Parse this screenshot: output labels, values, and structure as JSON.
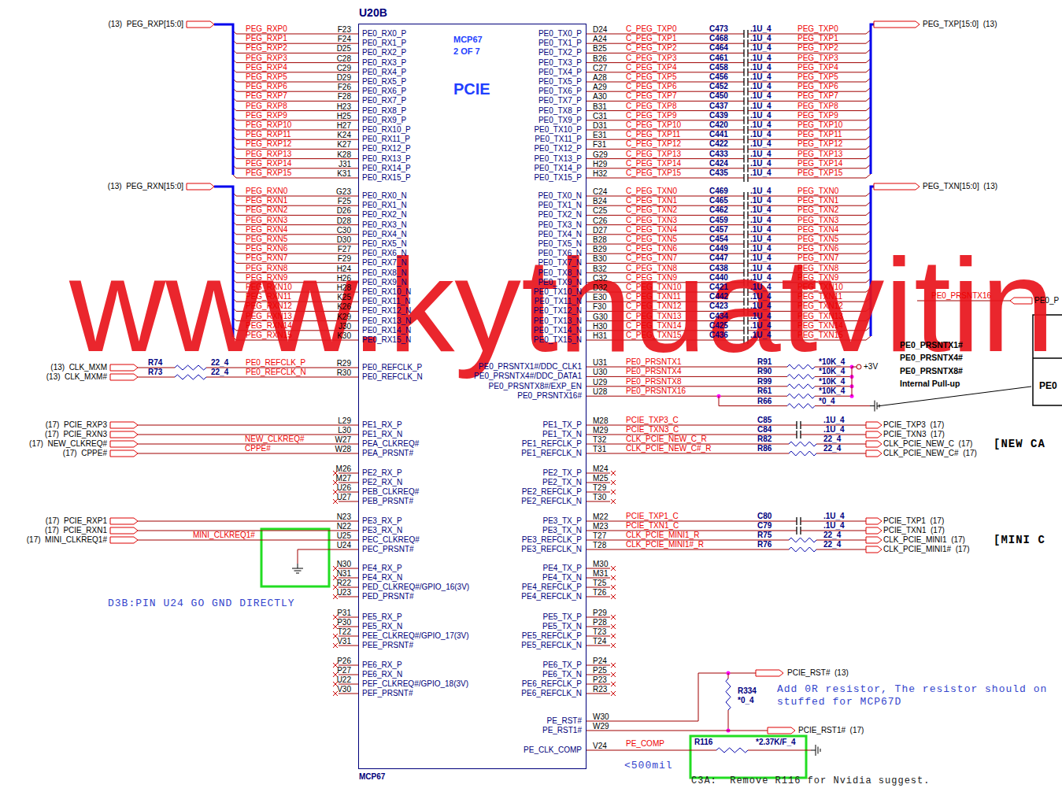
{
  "diagram": {
    "nodes": [
      {
        "text": [
          "U20B",
          "MCP67",
          "2 OF 7",
          "PCIE",
          "MCP67"
        ]
      }
    ],
    "labels": [
      "www.kythuatvitin",
      "(13)  PEG_RXP[15:0]",
      "PEG_RXP0",
      "PEG_RXP1",
      "PEG_RXP2",
      "PEG_RXP3",
      "PEG_RXP4",
      "PEG_RXP5",
      "PEG_RXP6",
      "PEG_RXP7",
      "PEG_RXP8",
      "PEG_RXP9",
      "PEG_RXP10",
      "PEG_RXP11",
      "PEG_RXP12",
      "PEG_RXP13",
      "PEG_RXP14",
      "PEG_RXP15",
      "F23",
      "F24",
      "D25",
      "C28",
      "C29",
      "D29",
      "F26",
      "F28",
      "H23",
      "H25",
      "H27",
      "K24",
      "K27",
      "K28",
      "J31",
      "K31",
      "PE0_RX0_P",
      "PE0_RX1_P",
      "PE0_RX2_P",
      "PE0_RX3_P",
      "PE0_RX4_P",
      "PE0_RX5_P",
      "PE0_RX6_P",
      "PE0_RX7_P",
      "PE0_RX8_P",
      "PE0_RX9_P",
      "PE0_RX10_P",
      "PE0_RX11_P",
      "PE0_RX12_P",
      "PE0_RX13_P",
      "PE0_RX14_P",
      "PE0_RX15_P",
      "PE0_TX0_P",
      "PE0_TX1_P",
      "PE0_TX2_P",
      "PE0_TX3_P",
      "PE0_TX4_P",
      "PE0_TX5_P",
      "PE0_TX6_P",
      "PE0_TX7_P",
      "PE0_TX8_P",
      "PE0_TX9_P",
      "PE0_TX10_P",
      "PE0_TX11_P",
      "PE0_TX12_P",
      "PE0_TX13_P",
      "PE0_TX14_P",
      "PE0_TX15_P",
      "D24",
      "A24",
      "B25",
      "B26",
      "C27",
      "A28",
      "A29",
      "A30",
      "B31",
      "C31",
      "D31",
      "E31",
      "F31",
      "G29",
      "H29",
      "H32",
      "C_PEG_TXP0",
      "C_PEG_TXP1",
      "C_PEG_TXP2",
      "C_PEG_TXP3",
      "C_PEG_TXP4",
      "C_PEG_TXP5",
      "C_PEG_TXP6",
      "C_PEG_TXP7",
      "C_PEG_TXP8",
      "C_PEG_TXP9",
      "C_PEG_TXP10",
      "C_PEG_TXP11",
      "C_PEG_TXP12",
      "C_PEG_TXP13",
      "C_PEG_TXP14",
      "C_PEG_TXP15",
      "C473",
      "C468",
      "C464",
      "C461",
      "C458",
      "C456",
      "C452",
      "C450",
      "C437",
      "C439",
      "C420",
      "C441",
      "C422",
      "C433",
      "C424",
      "C435",
      ".1U_4",
      ".1U_4",
      ".1U_4",
      ".1U_4",
      ".1U_4",
      ".1U_4",
      ".1U_4",
      ".1U_4",
      ".1U_4",
      ".1U_4",
      ".1U_4",
      ".1U_4",
      ".1U_4",
      ".1U_4",
      ".1U_4",
      ".1U_4",
      "PEG_TXP0",
      "PEG_TXP1",
      "PEG_TXP2",
      "PEG_TXP3",
      "PEG_TXP4",
      "PEG_TXP5",
      "PEG_TXP6",
      "PEG_TXP7",
      "PEG_TXP8",
      "PEG_TXP9",
      "PEG_TXP10",
      "PEG_TXP11",
      "PEG_TXP12",
      "PEG_TXP13",
      "PEG_TXP14",
      "PEG_TXP15",
      "PEG_TXP[15:0]  (13)",
      "(13)  PEG_RXN[15:0]",
      "PEG_RXN0",
      "PEG_RXN1",
      "PEG_RXN2",
      "PEG_RXN3",
      "PEG_RXN4",
      "PEG_RXN5",
      "PEG_RXN6",
      "PEG_RXN7",
      "PEG_RXN8",
      "PEG_RXN9",
      "PEG_RXN10",
      "PEG_RXN11",
      "PEG_RXN12",
      "PEG_RXN13",
      "PEG_RXN14",
      "PEG_RXN15",
      "G23",
      "F25",
      "D26",
      "D28",
      "C30",
      "D30",
      "F27",
      "F29",
      "H24",
      "H26",
      "H28",
      "K25",
      "K26",
      "K29",
      "J30",
      "K30",
      "PE0_RX0_N",
      "PE0_RX1_N",
      "PE0_RX2_N",
      "PE0_RX3_N",
      "PE0_RX4_N",
      "PE0_RX5_N",
      "PE0_RX6_N",
      "PE0_RX7_N",
      "PE0_RX8_N",
      "PE0_RX9_N",
      "PE0_RX10_N",
      "PE0_RX11_N",
      "PE0_RX12_N",
      "PE0_RX13_N",
      "PE0_RX14_N",
      "PE0_RX15_N",
      "PE0_TX0_N",
      "PE0_TX1_N",
      "PE0_TX2_N",
      "PE0_TX3_N",
      "PE0_TX4_N",
      "PE0_TX5_N",
      "PE0_TX6_N",
      "PE0_TX7_N",
      "PE0_TX8_N",
      "PE0_TX9_N",
      "PE0_TX10_N",
      "PE0_TX11_N",
      "PE0_TX12_N",
      "PE0_TX13_N",
      "PE0_TX14_N",
      "PE0_TX15_N",
      "C24",
      "B24",
      "C25",
      "C26",
      "D27",
      "B28",
      "B29",
      "B30",
      "B32",
      "C32",
      "D32",
      "E30",
      "F30",
      "G30",
      "H30",
      "H31",
      "C_PEG_TXN0",
      "C_PEG_TXN1",
      "C_PEG_TXN2",
      "C_PEG_TXN3",
      "C_PEG_TXN4",
      "C_PEG_TXN5",
      "C_PEG_TXN6",
      "C_PEG_TXN7",
      "C_PEG_TXN8",
      "C_PEG_TXN9",
      "C_PEG_TXN10",
      "C_PEG_TXN11",
      "C_PEG_TXN12",
      "C_PEG_TXN13",
      "C_PEG_TXN14",
      "C_PEG_TXN15",
      "C469",
      "C465",
      "C462",
      "C459",
      "C457",
      "C454",
      "C449",
      "C447",
      "C438",
      "C440",
      "C421",
      "C442",
      "C423",
      "C434",
      "C425",
      "C436",
      ".1U_4",
      ".1U_4",
      ".1U_4",
      ".1U_4",
      ".1U_4",
      ".1U_4",
      ".1U_4",
      ".1U_4",
      ".1U_4",
      ".1U_4",
      ".1U_4",
      ".1U_4",
      ".1U_4",
      ".1U_4",
      ".1U_4",
      ".1U_4",
      "PEG_TXN0",
      "PEG_TXN1",
      "PEG_TXN2",
      "PEG_TXN3",
      "PEG_TXN4",
      "PEG_TXN5",
      "PEG_TXN6",
      "PEG_TXN7",
      "PEG_TXN8",
      "PEG_TXN9",
      "PEG_TXN10",
      "PEG_TXN11",
      "PEG_TXN12",
      "PEG_TXN13",
      "PEG_TXN14",
      "PEG_TXN15",
      "PEG_TXN[15:0]  (13)",
      "(13)  CLK_MXM",
      "(13)  CLK_MXM#",
      "R74",
      "R73",
      "22_4",
      "22_4",
      "PE0_REFCLK_P",
      "PE0_REFCLK_N",
      "R29",
      "R30",
      "PE0_REFCLK_P",
      "PE0_REFCLK_N",
      "PE0_PRSNTX1#/DDC_CLK1",
      "PE0_PRSNTX4#/DDC_DATA1",
      "PE0_PRSNTX8#/EXP_EN",
      "PE0_PRSNTX16#",
      "U31",
      "U30",
      "U29",
      "U28",
      "PE0_PRSNTX1",
      "PE0_PRSNTX4",
      "PE0_PRSNTX8",
      "PE0_PRSNTX16",
      "R91",
      "R90",
      "R99",
      "R61",
      "R66",
      "*10K_4",
      "*10K_4",
      "*10K_4",
      "*10K_4",
      "*0_4",
      "+3V",
      "PE0_PRSNTX1#",
      "PE0_PRSNTX4#",
      "PE0_PRSNTX8#",
      "Internal Pull-up",
      "PE0_PRSNTX16",
      "PE0_P",
      "PE0",
      "(17)  PCIE_RXP3",
      "(17)  PCIE_RXN3",
      "(17)  NEW_CLKREQ#",
      "(17)  CPPE#",
      "NEW_CLKREQ#",
      "CPPE#",
      "L29",
      "L30",
      "W27",
      "W28",
      "PE1_RX_P",
      "PE1_RX_N",
      "PEA_CLKREQ#",
      "PEA_PRSNT#",
      "PE1_TX_P",
      "PE1_TX_N",
      "PE1_REFCLK_P",
      "PE1_REFCLK_N",
      "M28",
      "M29",
      "T32",
      "T31",
      "PCIE_TXP3_C",
      "PCIE_TXN3_C",
      "CLK_PCIE_NEW_C_R",
      "CLK_PCIE_NEW_C#_R",
      "C85",
      "C84",
      "R82",
      "R86",
      ".1U_4",
      ".1U_4",
      "22_4",
      "22_4",
      "PCIE_TXP3  (17)",
      "PCIE_TXN3  (17)",
      "CLK_PCIE_NEW_C  (17)",
      "CLK_PCIE_NEW_C#  (17)",
      "[NEW CA",
      "M26",
      "M27",
      "U26",
      "U27",
      "PE2_RX_P",
      "PE2_RX_N",
      "PEB_CLKREQ#",
      "PEB_PRSNT#",
      "PE2_TX_P",
      "PE2_TX_N",
      "PE2_REFCLK_P",
      "PE2_REFCLK_N",
      "M24",
      "M25",
      "T29",
      "T30",
      "(17)  PCIE_RXP1",
      "(17)  PCIE_RXN1",
      "(17)  MINI_CLKREQ1#",
      "MINI_CLKREQ1#",
      "N23",
      "N22",
      "U25",
      "U24",
      "PE3_RX_P",
      "PE3_RX_N",
      "PEC_CLKREQ#",
      "PEC_PRSNT#",
      "PE3_TX_P",
      "PE3_TX_N",
      "PE3_REFCLK_P",
      "PE3_REFCLK_N",
      "M22",
      "M23",
      "T27",
      "T28",
      "PCIE_TXP1_C",
      "PCIE_TXN1_C",
      "CLK_PCIE_MINI1_R",
      "CLK_PCIE_MINI1#_R",
      "C80",
      "C79",
      "R75",
      "R76",
      ".1U_4",
      ".1U_4",
      "22_4",
      "22_4",
      "PCIE_TXP1  (17)",
      "PCIE_TXN1  (17)",
      "CLK_PCIE_MINI1  (17)",
      "CLK_PCIE_MINI1#  (17)",
      "[MINI C",
      "N30",
      "N31",
      "R22",
      "U23",
      "PE4_RX_P",
      "PE4_RX_N",
      "PED_CLKREQ#/GPIO_16(3V)",
      "PED_PRSNT#",
      "PE4_TX_P",
      "PE4_TX_N",
      "PE4_REFCLK_P",
      "PE4_REFCLK_N",
      "M30",
      "M31",
      "T25",
      "T26",
      "D3B:PIN U24 GO GND DIRECTLY",
      "P31",
      "P30",
      "T22",
      "V31",
      "PE5_RX_P",
      "PE5_RX_N",
      "PEE_CLKREQ#/GPIO_17(3V)",
      "PEE_PRSNT#",
      "PE5_TX_P",
      "PE5_TX_N",
      "PE5_REFCLK_P",
      "PE5_REFCLK_N",
      "P29",
      "P28",
      "T23",
      "T24",
      "P26",
      "P27",
      "U22",
      "V30",
      "PE6_RX_P",
      "PE6_RX_N",
      "PEF_CLKREQ#/GPIO_18(3V)",
      "PEF_PRSNT#",
      "PE6_TX_P",
      "PE6_TX_N",
      "PE6_REFCLK_P",
      "PE6_REFCLK_N",
      "P24",
      "P25",
      "P23",
      "R23",
      "PE_RST#",
      "PE_RST1#",
      "PE_CLK_COMP",
      "W30",
      "W29",
      "V24",
      "PCIE_RST#  (13)",
      "R334",
      "*0_4",
      "Add 0R resistor, The resistor should on",
      "stuffed for MCP67D",
      "PCIE_RST1#  (17)",
      "PE_COMP",
      "R116",
      "*2.37K/F_4",
      "<500mil",
      "C3A:  Remove R116 for Nvidia suggest."
    ]
  }
}
